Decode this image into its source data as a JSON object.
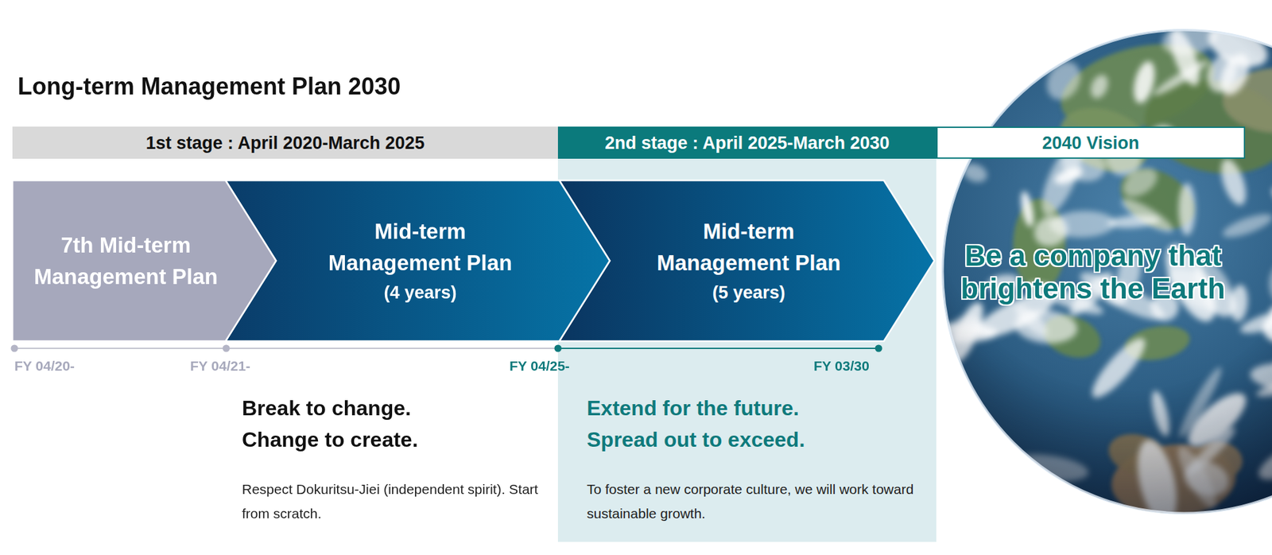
{
  "diagram": {
    "title": "Long-term Management Plan 2030",
    "nodes": [
      {
        "text": [
          "1st stage : April 2020-March 2025"
        ]
      },
      {
        "text": [
          "2nd stage : April 2025-March 2030"
        ]
      },
      {
        "text": [
          "2040 Vision"
        ]
      },
      {
        "text": [
          "Extend for the future. Spread out to exceed.",
          "To foster a new corporate culture, we will work toward sustainable growth."
        ]
      },
      {
        "text": [
          "7th Mid-term Management Plan"
        ]
      },
      {
        "text": [
          "Mid-term Management Plan",
          "(4 years)"
        ]
      },
      {
        "text": [
          "Mid-term Management Plan",
          "(5 years)"
        ],
        "in": 3
      },
      {
        "text": [
          "Be a company that brightens the Earth"
        ]
      }
    ],
    "labels": [
      "FY 04/20-",
      "FY 04/21-",
      "FY 04/25-",
      "FY 03/30",
      "Break to change. Change to create.",
      "Respect Dokuritsu-Jiei (independent spirit). Start from scratch."
    ]
  }
}
